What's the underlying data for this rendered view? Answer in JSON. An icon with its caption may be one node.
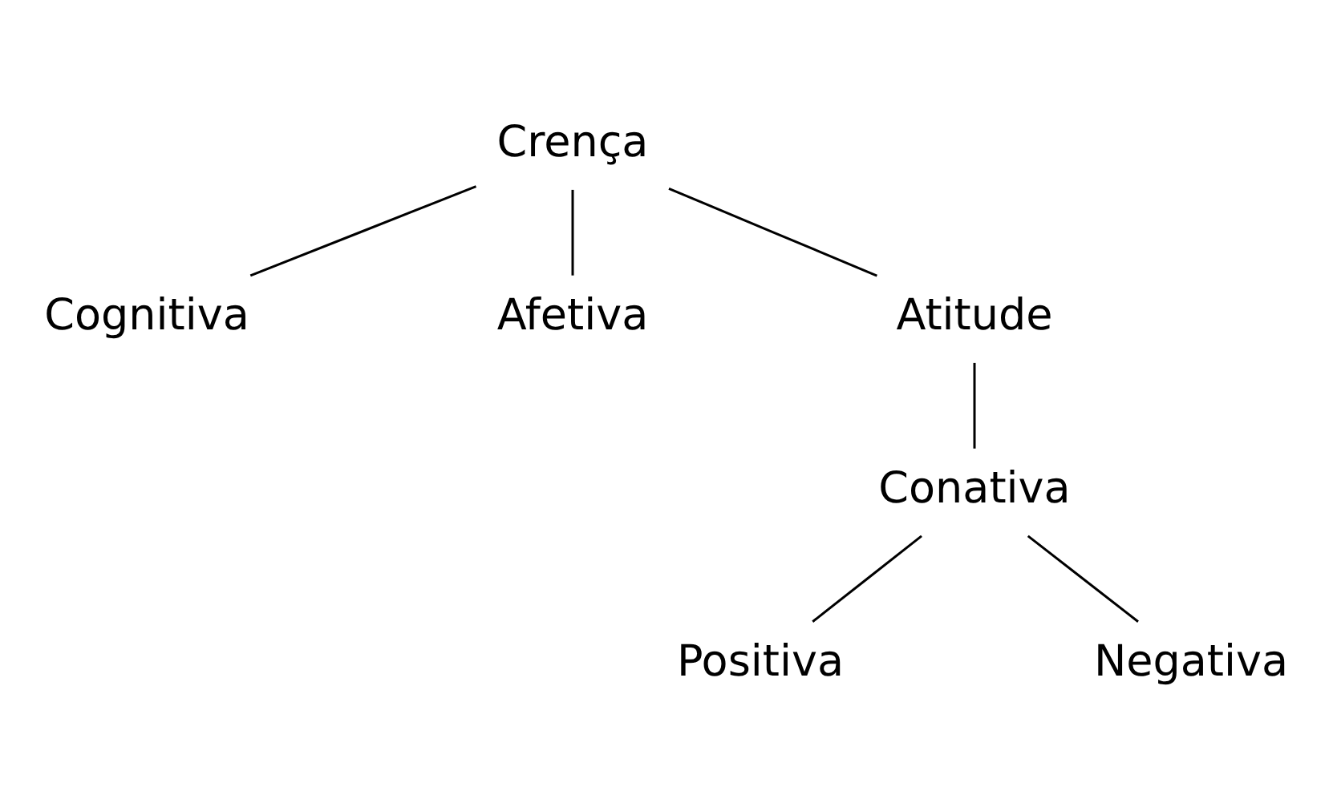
{
  "diagram": {
    "nodes": [
      {
        "text": [
          "Crença"
        ]
      },
      {
        "text": [
          "Cognitiva"
        ]
      },
      {
        "text": [
          "Afetiva"
        ]
      },
      {
        "text": [
          "Atitude"
        ]
      },
      {
        "text": [
          "Conativa"
        ]
      },
      {
        "text": [
          "Positiva"
        ]
      },
      {
        "text": [
          "Negativa"
        ]
      }
    ],
    "edges": [
      {
        "from": 0,
        "to": 1,
        "arrow": "none"
      },
      {
        "from": 0,
        "to": 2,
        "arrow": "none"
      },
      {
        "from": 0,
        "to": 3,
        "arrow": "none"
      },
      {
        "from": 3,
        "to": 4,
        "arrow": "none"
      },
      {
        "from": 4,
        "to": 5,
        "arrow": "none"
      },
      {
        "from": 4,
        "to": 6,
        "arrow": "none"
      }
    ]
  }
}
